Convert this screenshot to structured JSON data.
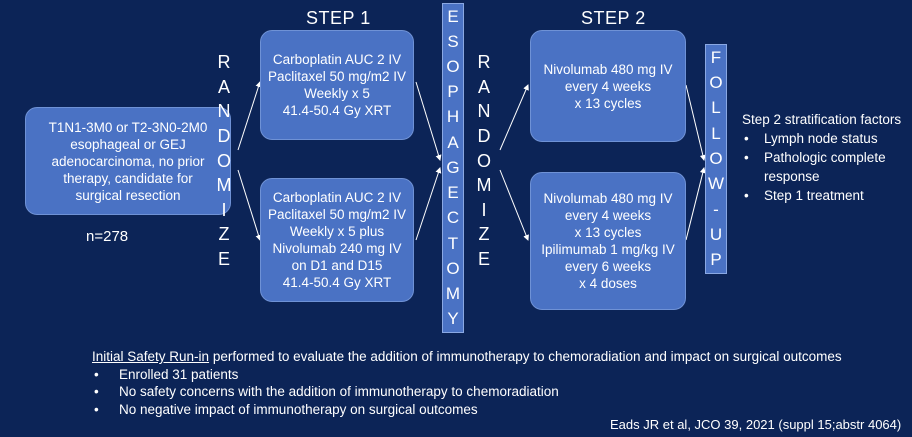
{
  "steps": {
    "step1": "STEP 1",
    "step2": "STEP 2"
  },
  "population": {
    "lines": [
      "T1N1-3M0 or T2-3N0-2M0",
      "esophageal or GEJ",
      "adenocarcinoma, no prior",
      "therapy, candidate for",
      "surgical resection"
    ],
    "n": "n=278"
  },
  "randomize1": [
    "R",
    "A",
    "N",
    "D",
    "O",
    "M",
    "I",
    "Z",
    "E"
  ],
  "randomize2": [
    "R",
    "A",
    "N",
    "D",
    "O",
    "M",
    "I",
    "Z",
    "E"
  ],
  "arm1a": [
    "Carboplatin AUC 2 IV",
    "Paclitaxel 50 mg/m2 IV",
    "Weekly x 5",
    "41.4-50.4 Gy XRT"
  ],
  "arm1b": [
    "Carboplatin AUC 2 IV",
    "Paclitaxel 50 mg/m2 IV",
    "Weekly x 5 plus",
    "Nivolumab 240 mg IV",
    "on D1 and D15",
    "41.4-50.4 Gy XRT"
  ],
  "esophagectomy": [
    "E",
    "S",
    "O",
    "P",
    "H",
    "A",
    "G",
    "E",
    "C",
    "T",
    "O",
    "M",
    "Y"
  ],
  "arm2a": [
    "Nivolumab 480 mg IV",
    "every 4 weeks",
    "x 13 cycles"
  ],
  "arm2b": [
    "Nivolumab 480 mg IV",
    "every 4 weeks",
    "x 13 cycles",
    "Ipilimumab 1 mg/kg IV",
    "every 6 weeks",
    "x 4 doses"
  ],
  "followup": [
    "F",
    "O",
    "L",
    "L",
    "O",
    "W",
    "-",
    "U",
    "P"
  ],
  "stratification": {
    "title": "Step 2 stratification factors",
    "items": [
      "Lymph node status",
      "Pathologic complete response",
      "Step 1 treatment"
    ]
  },
  "safety": {
    "underlined": "Initial Safety Run-in",
    "rest": " performed to evaluate the addition of immunotherapy to chemoradiation and impact on surgical outcomes",
    "items": [
      "Enrolled 31 patients",
      "No safety concerns with the addition of immunotherapy to chemoradiation",
      "No negative impact of immunotherapy on surgical outcomes"
    ]
  },
  "citation": "Eads JR et al, JCO 39, 2021 (suppl 15;abstr 4064)"
}
